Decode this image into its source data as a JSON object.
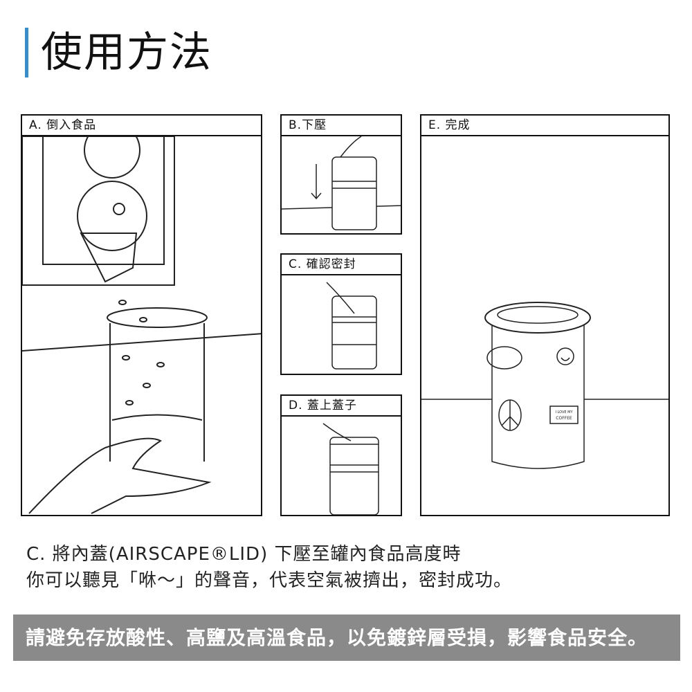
{
  "title": "使用方法",
  "panels": {
    "a": "A. 倒入食品",
    "b": "B.下壓",
    "c": "C. 確認密封",
    "d": "D. 蓋上蓋子",
    "e": "E. 完成"
  },
  "sticker_text": "I LOVE MY COFFEE",
  "caption": {
    "line1": "C. 將內蓋(AIRSCAPE®LID) 下壓至罐內食品高度時",
    "line2": "你可以聽見「咻～」的聲音，代表空氣被擠出，密封成功。"
  },
  "warning": "請避免存放酸性、高鹽及高溫食品，以免鍍鋅層受損，影響食品安全。"
}
